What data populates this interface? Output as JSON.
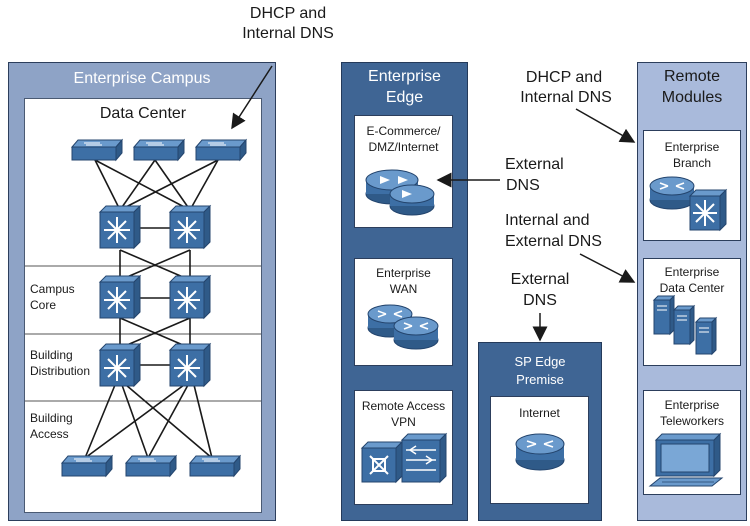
{
  "annotations": {
    "dhcp_top_l1": "DHCP and",
    "dhcp_top_l2": "Internal DNS",
    "dhcp_right_l1": "DHCP and",
    "dhcp_right_l2": "Internal DNS",
    "external_dns_1_l1": "External",
    "external_dns_1_l2": "DNS",
    "int_ext_dns_l1": "Internal and",
    "int_ext_dns_l2": "External DNS",
    "external_dns_2_l1": "External",
    "external_dns_2_l2": "DNS"
  },
  "campus": {
    "title": "Enterprise Campus",
    "data_center": "Data Center",
    "core_l1": "Campus",
    "core_l2": "Core",
    "dist_l1": "Building",
    "dist_l2": "Distribution",
    "access_l1": "Building",
    "access_l2": "Access"
  },
  "edge": {
    "title_l1": "Enterprise",
    "title_l2": "Edge",
    "ecommerce_l1": "E-Commerce/",
    "ecommerce_l2": "DMZ/Internet",
    "wan_l1": "Enterprise",
    "wan_l2": "WAN",
    "vpn_l1": "Remote Access",
    "vpn_l2": "VPN"
  },
  "sp_edge": {
    "title_l1": "SP Edge",
    "title_l2": "Premise",
    "internet": "Internet"
  },
  "remote": {
    "title_l1": "Remote",
    "title_l2": "Modules",
    "branch_l1": "Enterprise",
    "branch_l2": "Branch",
    "dc_l1": "Enterprise",
    "dc_l2": "Data Center",
    "tele_l1": "Enterprise",
    "tele_l2": "Teleworkers"
  },
  "colors": {
    "campus_panel": "#8a9fc4",
    "edge_panel": "#3f6493",
    "remote_panel": "#a8b9d6",
    "device_blue": "#3d6fa5",
    "panel_border": "#2c3e5c"
  }
}
